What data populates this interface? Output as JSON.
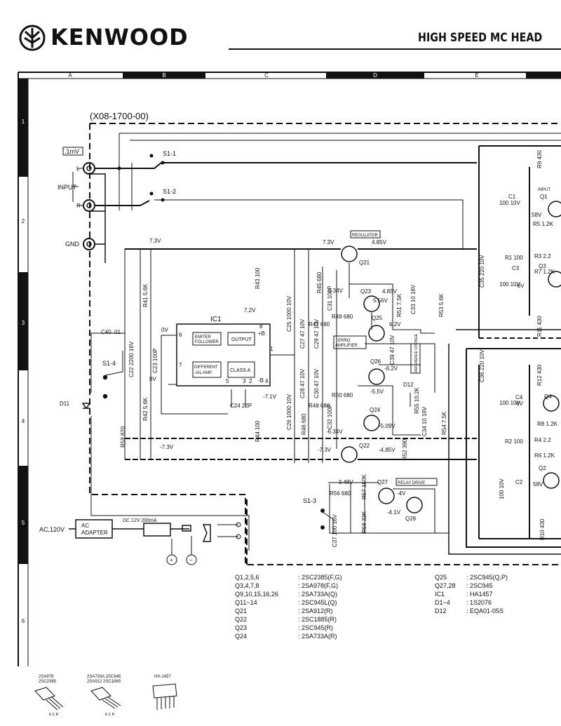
{
  "header": {
    "brand": "KENWOOD",
    "title": "HIGH SPEED MC HEAD"
  },
  "grid": {
    "columns": [
      "A",
      "B",
      "C",
      "D",
      "E"
    ],
    "rows": [
      "1",
      "2",
      "3",
      "4",
      "5",
      "6"
    ]
  },
  "board": {
    "part_number": "(X08-1700-00)"
  },
  "input": {
    "level": ".1mV",
    "label": "INPUT",
    "left": "L",
    "right": "R",
    "ground": "GND",
    "switch1": "S1-1",
    "switch2": "S1-2",
    "switch3": "S1-3",
    "switch4": "S1-4"
  },
  "power": {
    "ac": "AC,120V",
    "adapter_line1": "AC",
    "adapter_line2": "ADAPTER",
    "dc": "DC 12V 200mA",
    "plus": "+",
    "minus": "−"
  },
  "ic": {
    "name": "IC1",
    "emitter": "EMITER FOLLOWER",
    "emitter_l1": "EMITER",
    "emitter_l2": "FOLLOWER",
    "output": "OUTPUT",
    "diff_l1": "DIFFERENT",
    "diff_l2": "-IAL AMP",
    "classa": "CLASS A"
  },
  "blocks": {
    "regulator": "REGULATOR",
    "error_l1": "ERRO",
    "error_l2": "AMPLIFIER",
    "relay": "RELAY DRIVE",
    "reference": "REFERENCE VOLTAGE"
  },
  "components": {
    "q21": "Q21",
    "q22": "Q22",
    "q23": "Q23",
    "q24": "Q24",
    "q25": "Q25",
    "q26": "Q26",
    "q27": "Q27",
    "q28": "Q28",
    "q1": "Q1",
    "q2": "Q2",
    "q3": "Q3",
    "q4": "Q4",
    "d11": "D11",
    "d12": "D12",
    "c40": "C40 .01",
    "c22": "C22 2200 16V",
    "c23": "C23 100P",
    "c24": "C24 22P",
    "c25": "C25 1000 10V",
    "c26": "C26 1000 10V",
    "c27": "C27 47 10V",
    "c28": "C28 47 10V",
    "c29": "C29 47 10V",
    "c30": "C30 47 10V",
    "c31": "C31 100P",
    "c32": "C32 100P",
    "c33": "C33 10 16V",
    "c34": "C34 10 16V",
    "c36": "C36 220 10V",
    "c35": "C35 220 10V",
    "c37": "C37 100 16V",
    "c39": "C39 47 10V",
    "r41": "R41 5.6K",
    "r42": "R42 5.6K",
    "r43": "R43 100",
    "r44": "R44 100",
    "r45": "R45 680",
    "r46": "R46 680",
    "r47": "R47 680",
    "r48": "R48 680",
    "r49": "R49 680",
    "r50": "R50 680",
    "r51": "R51 7.5K",
    "r52": "R52 390",
    "r53": "R53 5.6K",
    "r54": "R54 7.5K",
    "r55": "R55 10.2K",
    "r56": "R56 680",
    "r57": "R57 150K",
    "r58": "R58 33K",
    "r59": "R59 820",
    "c1": "C1",
    "c1v": "100 10V",
    "c2": "C2",
    "c2v": "100 10V",
    "c3": "C3",
    "c3v": "100 10V",
    "c4": "C4",
    "c4v": "100 10V",
    "r1": "R1 100",
    "r2": "R2 100",
    "r3": "R3 2.2",
    "r4": "R4 2.2",
    "r5": "R5 1.2K",
    "r6": "R6 1.2K",
    "r7": "R7 1.2K",
    "r8": "R8 1.2K",
    "r9": "R9 430",
    "r10": "R10 430",
    "r11": "R11 430",
    "r12": "R12 430",
    "input_box": "INPUT"
  },
  "voltages": {
    "v73a": "7.3V",
    "v73b": "7.3V",
    "v73c": "-7.3V",
    "v73d": "-7.3V",
    "v485a": "4.85V",
    "v485b": "4.85V",
    "v485c": "-4.85V",
    "v634a": "6.34V",
    "v634b": "-6.34V",
    "v556a": "5.56V",
    "v556b": "-5.5V",
    "v62a": "6.2V",
    "v62b": "-6.2V",
    "v509": "-5.09V",
    "v72": "7.2V",
    "v71": "-7.1V",
    "v0a": "0V",
    "v0b": "0V",
    "v348": "-3.48V",
    "v4": "-4V",
    "v41": "-4.1V",
    "v58a": "58V",
    "v58b": "58V",
    "v6a": "-6V",
    "v6b": "6V",
    "pin8": "8",
    "pin_b": "+B",
    "pin_mb": "-B",
    "pin6": "6",
    "pin7": "7",
    "pin5": "5",
    "pin3": "3",
    "pin2": "2",
    "pin4": "4",
    "pin1": "1"
  },
  "parts_list": [
    {
      "ref": "Q1,2,5,6",
      "part": ": 2SC2385(F,G)"
    },
    {
      "ref": "Q3,4,7,8",
      "part": ": 2SA978(F,G)"
    },
    {
      "ref": "Q9,10,15,16,26",
      "part": ": 2SA733A(Q)"
    },
    {
      "ref": "Q11~14",
      "part": ": 2SC945L(Q)"
    },
    {
      "ref": "Q21",
      "part": ": 2SA912(R)"
    },
    {
      "ref": "Q22",
      "part": ": 2SC1885(R)"
    },
    {
      "ref": "Q23",
      "part": ": 2SC945(R)"
    },
    {
      "ref": "Q24",
      "part": ": 2SA733A(R)"
    }
  ],
  "parts_list2": [
    {
      "ref": "Q25",
      "part": ": 2SC945(Q,P)"
    },
    {
      "ref": "Q27,28",
      "part": ": 2SC945"
    },
    {
      "ref": "IC1",
      "part": ": HA1457"
    },
    {
      "ref": "D1~4",
      "part": ": 1S2076"
    },
    {
      "ref": "D12",
      "part": ": EQA01-05S"
    }
  ],
  "packages": {
    "pkg1_l1": "2SA978",
    "pkg1_l2": "2SC2385",
    "pkg2_l1": "2SA733A  2SC945",
    "pkg2_l2": "2SA912  2SC1885",
    "pkg3": "HA-1457",
    "pins_a": "E C B",
    "pins_b": "E C B"
  }
}
